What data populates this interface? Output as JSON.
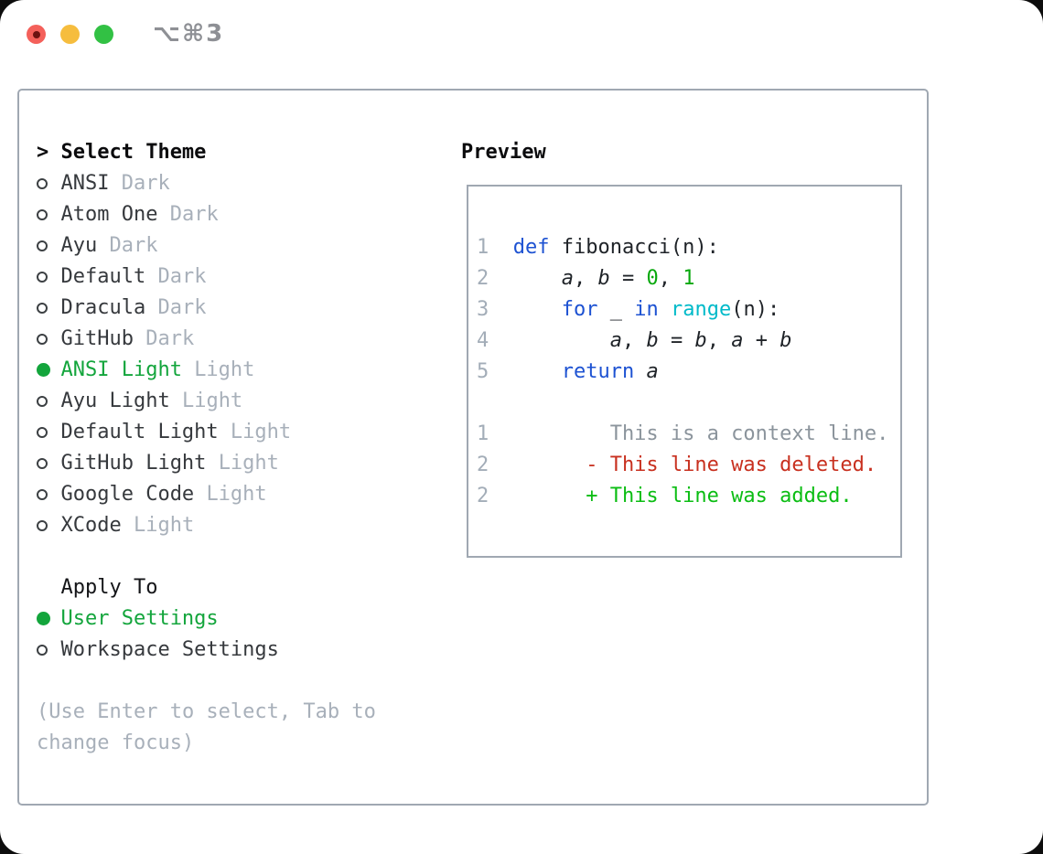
{
  "titlebar": {
    "shortcut": "⌥⌘3",
    "buttons": [
      "close",
      "minimize",
      "zoom"
    ]
  },
  "colors": {
    "selection_green": "#13a53c",
    "keyword_blue": "#1d52d2",
    "function_cyan": "#00bac9",
    "literal_green": "#09a80e",
    "diff_red": "#c8301f",
    "diff_added_green": "#0bbd13",
    "muted_gray": "#a8b0ba",
    "line_number_gray": "#a3adb8",
    "context_gray": "#8b949c",
    "panel_border_gray": "#a0a8b2",
    "traffic_red": "#f4605a",
    "traffic_yellow": "#f6bd3e",
    "traffic_green": "#32c144"
  },
  "theme_panel": {
    "prompt": ">",
    "title": "Select Theme",
    "items": [
      {
        "label": "ANSI",
        "variant": "Dark",
        "selected": false
      },
      {
        "label": "Atom One",
        "variant": "Dark",
        "selected": false
      },
      {
        "label": "Ayu",
        "variant": "Dark",
        "selected": false
      },
      {
        "label": "Default",
        "variant": "Dark",
        "selected": false
      },
      {
        "label": "Dracula",
        "variant": "Dark",
        "selected": false
      },
      {
        "label": "GitHub",
        "variant": "Dark",
        "selected": false
      },
      {
        "label": "ANSI Light",
        "variant": "Light",
        "selected": true
      },
      {
        "label": "Ayu Light",
        "variant": "Light",
        "selected": false
      },
      {
        "label": "Default Light",
        "variant": "Light",
        "selected": false
      },
      {
        "label": "GitHub Light",
        "variant": "Light",
        "selected": false
      },
      {
        "label": "Google Code",
        "variant": "Light",
        "selected": false
      },
      {
        "label": "XCode",
        "variant": "Light",
        "selected": false
      }
    ],
    "apply_to": {
      "title": "Apply To",
      "options": [
        {
          "label": "User Settings",
          "selected": true
        },
        {
          "label": "Workspace Settings",
          "selected": false
        }
      ]
    },
    "help_text": "(Use Enter to select, Tab to change focus)"
  },
  "preview": {
    "title": "Preview",
    "lines": [
      {
        "num": "1",
        "kind": "code",
        "segments": [
          [
            "kw",
            "def"
          ],
          [
            "fg",
            " fibonacci(n):"
          ]
        ]
      },
      {
        "num": "2",
        "kind": "code",
        "segments": [
          [
            "fg",
            "    "
          ],
          [
            "var",
            "a"
          ],
          [
            "fg",
            ", "
          ],
          [
            "var",
            "b"
          ],
          [
            "fg",
            " = "
          ],
          [
            "lit",
            "0"
          ],
          [
            "fg",
            ", "
          ],
          [
            "lit",
            "1"
          ]
        ]
      },
      {
        "num": "3",
        "kind": "code",
        "segments": [
          [
            "fg",
            "    "
          ],
          [
            "kw",
            "for"
          ],
          [
            "fg",
            " _ "
          ],
          [
            "kw",
            "in"
          ],
          [
            "fg",
            " "
          ],
          [
            "fn",
            "range"
          ],
          [
            "fg",
            "(n):"
          ]
        ]
      },
      {
        "num": "4",
        "kind": "code",
        "segments": [
          [
            "fg",
            "        "
          ],
          [
            "var",
            "a"
          ],
          [
            "fg",
            ", "
          ],
          [
            "var",
            "b"
          ],
          [
            "fg",
            " = "
          ],
          [
            "var",
            "b"
          ],
          [
            "fg",
            ", "
          ],
          [
            "var",
            "a"
          ],
          [
            "fg",
            " + "
          ],
          [
            "var",
            "b"
          ]
        ]
      },
      {
        "num": "5",
        "kind": "code",
        "segments": [
          [
            "fg",
            "    "
          ],
          [
            "kw",
            "return"
          ],
          [
            "fg",
            " "
          ],
          [
            "var",
            "a"
          ]
        ]
      },
      {
        "num": "",
        "kind": "blank",
        "segments": []
      },
      {
        "num": "1",
        "kind": "diff-context",
        "segments": [
          [
            "ctx",
            "        This is a context line."
          ]
        ]
      },
      {
        "num": "2",
        "kind": "diff-deleted",
        "segments": [
          [
            "del",
            "      - This line was deleted."
          ]
        ]
      },
      {
        "num": "2",
        "kind": "diff-added",
        "segments": [
          [
            "add",
            "      + This line was added."
          ]
        ]
      }
    ]
  }
}
